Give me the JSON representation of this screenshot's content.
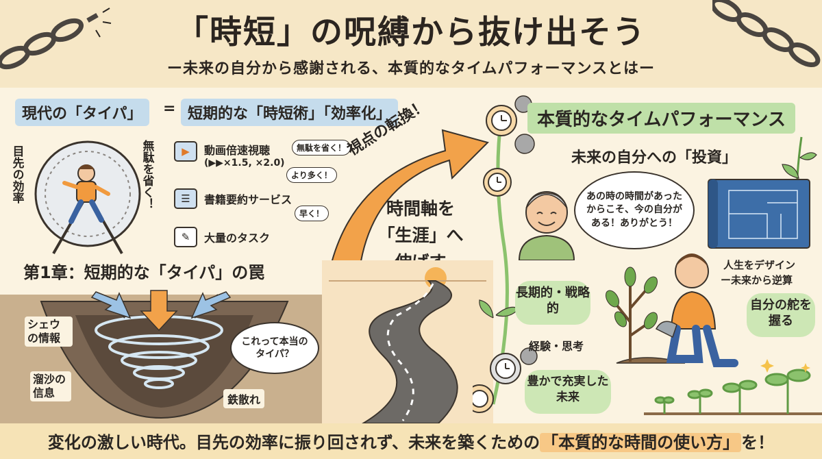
{
  "header": {
    "title": "「時短」の呪縛から抜け出そう",
    "subtitle": "ー未来の自分から感謝される、本質的なタイムパフォーマンスとはー"
  },
  "left": {
    "headline_a": "現代の「タイパ」",
    "headline_eq": "=",
    "headline_b": "短期的な「時短術」「効率化」",
    "vertical_label": "目先の効率",
    "vertical_shout": "無駄を省く！",
    "items": [
      {
        "icon": "video-play-icon",
        "label": "動画倍速視聴",
        "sub": "(▶▶×1.5, ×2.0)"
      },
      {
        "icon": "book-icon",
        "label": "書籍要約サービス",
        "sub": ""
      },
      {
        "icon": "checklist-icon",
        "label": "大量のタスク",
        "sub": ""
      }
    ],
    "bubbles": [
      "無駄を省く！",
      "より多く！",
      "早く！"
    ],
    "chapter": "第1章：短期的な「タイパ」の罠",
    "pit_labels": [
      "シェウの情報",
      "溜沙の信息",
      "鉄散れ"
    ],
    "pit_question": "これって本当のタイパ？"
  },
  "middle": {
    "arrow_label": "視点の転換！",
    "headline": "時間軸を「生涯」へ伸ばす"
  },
  "right": {
    "title": "本質的なタイムパフォーマンス",
    "subtitle": "未来の自分への「投資」",
    "elder_quote": "あの時の時間があったからこそ、今の自分がある！ありがとう！",
    "blueprint_caption": "人生をデザイン",
    "blueprint_sub": "ー未来から逆算",
    "long_term": "長期的・戦略的",
    "experience": "経験・思考",
    "steer": "自分の舵を握る",
    "rich_future": "豊かで充実した未来"
  },
  "footer": {
    "text_a": "変化の激しい時代。目先の効率に振り回されず、未来を築くための",
    "text_highlight": "「本質的な時間の使い方」",
    "text_b": "を！"
  },
  "colors": {
    "background": "#fbf3e1",
    "header_band": "#f6e7c6",
    "blue_box": "#c5dcec",
    "green_box": "#bfe0a8",
    "orange_arrow": "#f2a24a",
    "footer_highlight": "#f7c886"
  }
}
